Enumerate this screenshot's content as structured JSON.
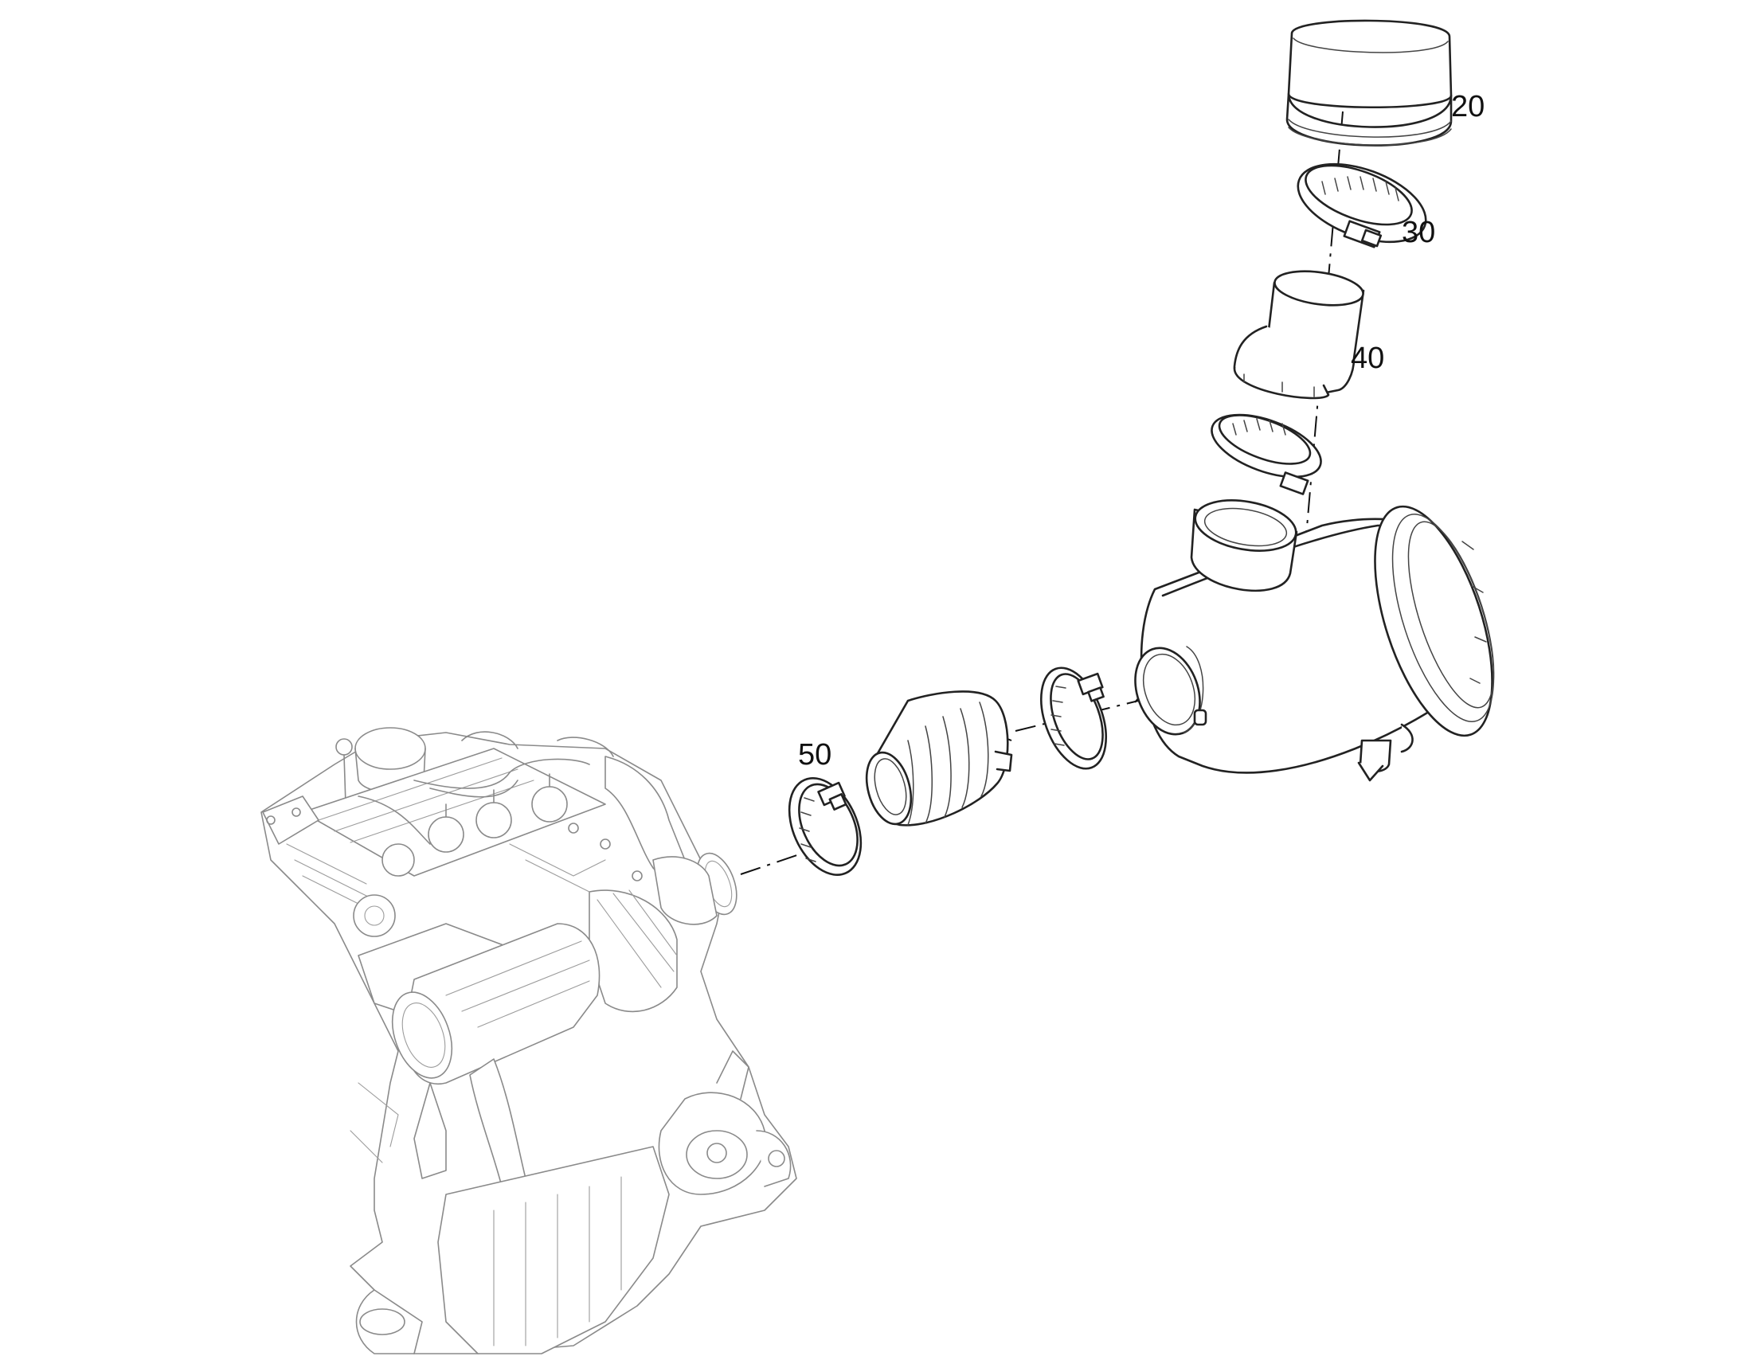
{
  "callouts": [
    {
      "id": "p20",
      "label": "20"
    },
    {
      "id": "p30",
      "label": "30"
    },
    {
      "id": "p40",
      "label": "40"
    },
    {
      "id": "p50",
      "label": "50"
    }
  ],
  "colors": {
    "background": "#ffffff",
    "outline": "#222222",
    "engine_outline": "#8a8a8a"
  }
}
